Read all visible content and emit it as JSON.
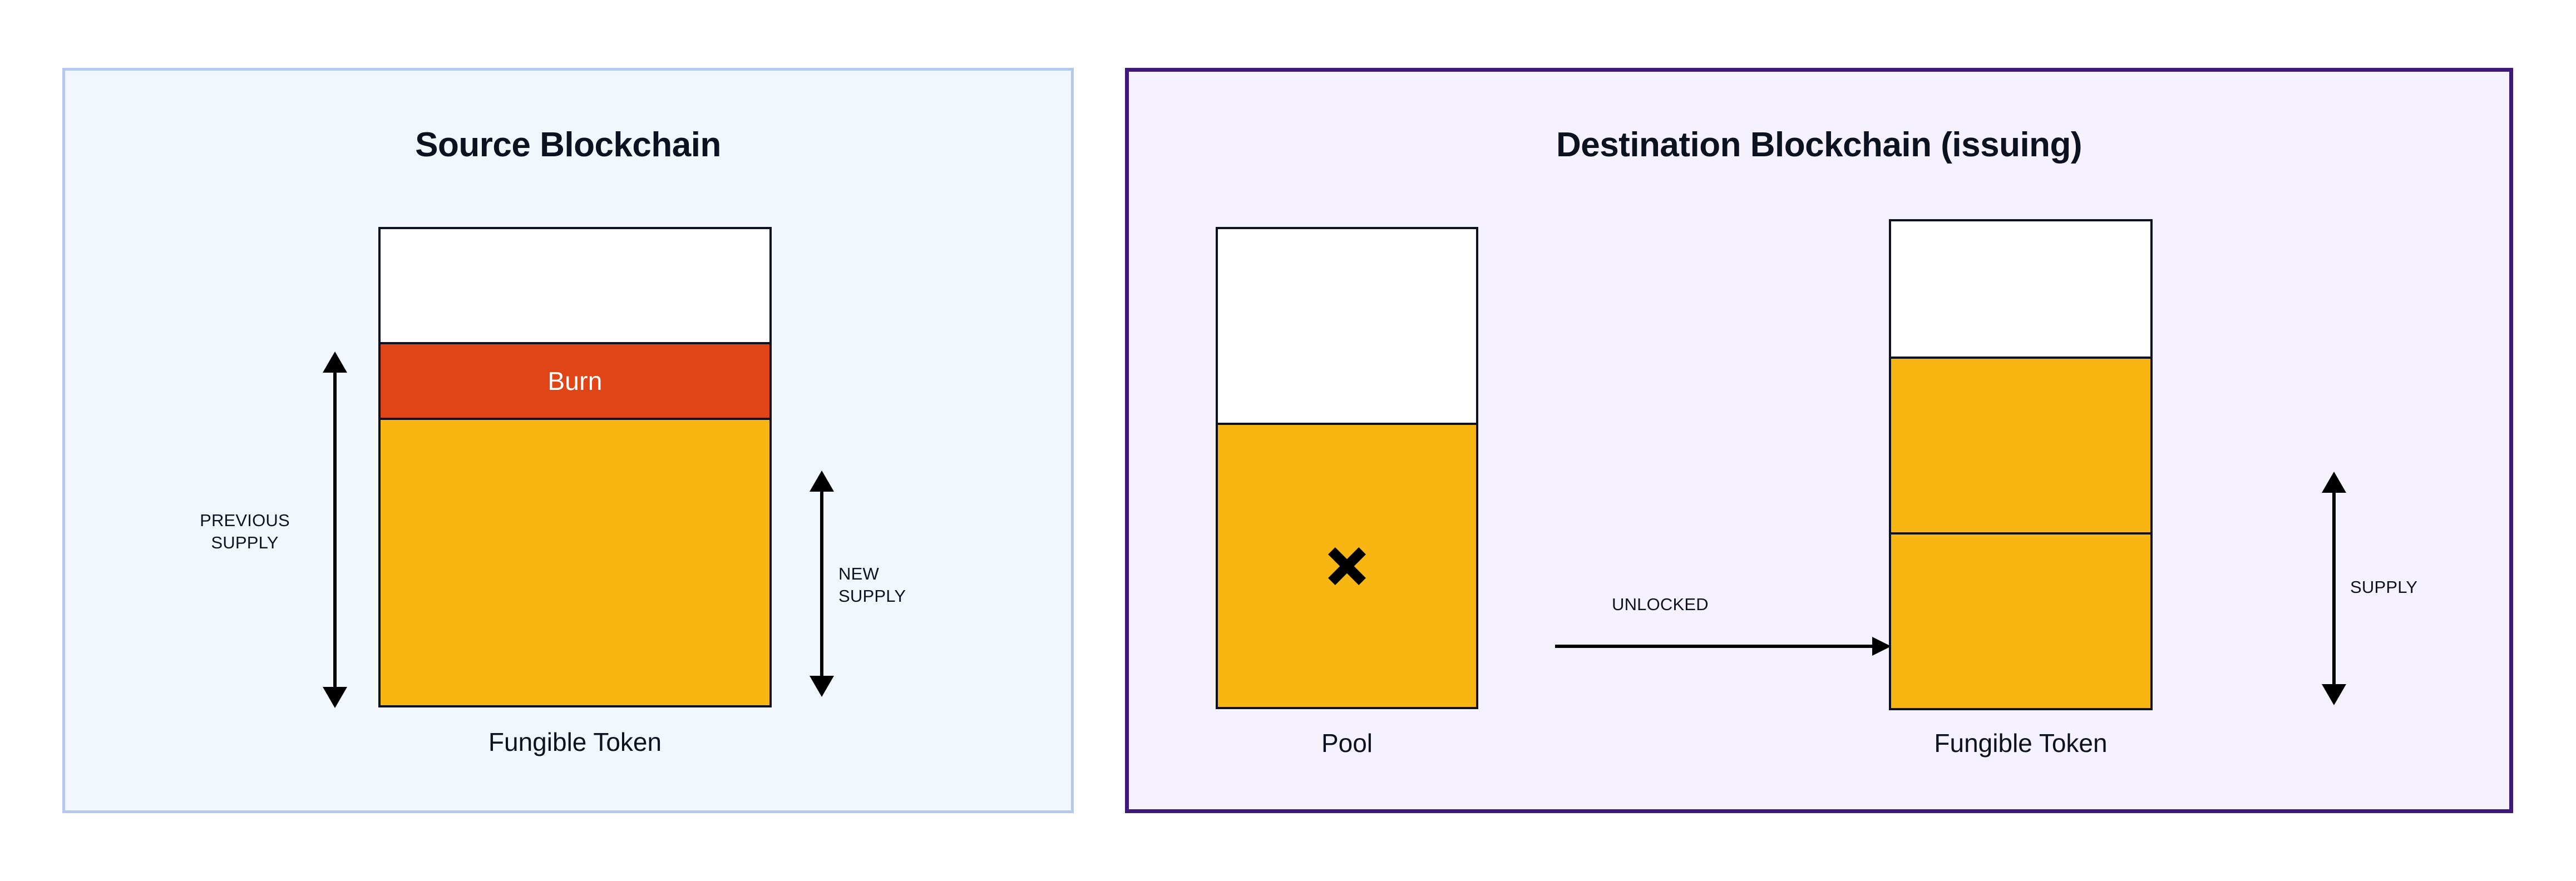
{
  "diagram": {
    "title_source": "Source Blockchain",
    "title_destination": "Destination Blockchain (issuing)",
    "colors": {
      "burn": "#e04518",
      "token": "#f7b611",
      "bar_border": "#0d1220",
      "source_panel_border": "#b4c8f0",
      "source_panel_fill": "#f2f6fd",
      "destination_panel_border": "#3d1a78",
      "destination_panel_fill": "#f5f2fd",
      "empty": "#ffffff"
    }
  },
  "source": {
    "panel_title": "Source Blockchain",
    "bar_caption": "Fungible Token",
    "segments": [
      {
        "name": "empty",
        "label": "",
        "color": "#ffffff"
      },
      {
        "name": "burn",
        "label": "Burn",
        "color": "#e04518"
      },
      {
        "name": "remaining",
        "label": "",
        "color": "#f7b611"
      }
    ],
    "measures": [
      {
        "name": "previous-supply",
        "label": "PREVIOUS\nSUPPLY"
      },
      {
        "name": "new-supply",
        "label": "NEW\nSUPPLY"
      }
    ]
  },
  "destination": {
    "panel_title": "Destination Blockchain (issuing)",
    "pool": {
      "caption": "Pool",
      "icon": "x-mark-icon",
      "segments": [
        {
          "name": "empty",
          "label": "",
          "color": "#ffffff"
        },
        {
          "name": "locked-removed",
          "label": "",
          "color": "#f7b611"
        }
      ]
    },
    "token": {
      "caption": "Fungible Token",
      "segments": [
        {
          "name": "empty",
          "label": "",
          "color": "#ffffff"
        },
        {
          "name": "newly-unlocked",
          "label": "",
          "color": "#f7b611"
        },
        {
          "name": "existing",
          "label": "",
          "color": "#f7b611"
        }
      ]
    },
    "flow": {
      "name": "unlocked-arrow",
      "label": "UNLOCKED"
    },
    "measures": [
      {
        "name": "supply",
        "label": "SUPPLY"
      }
    ]
  }
}
